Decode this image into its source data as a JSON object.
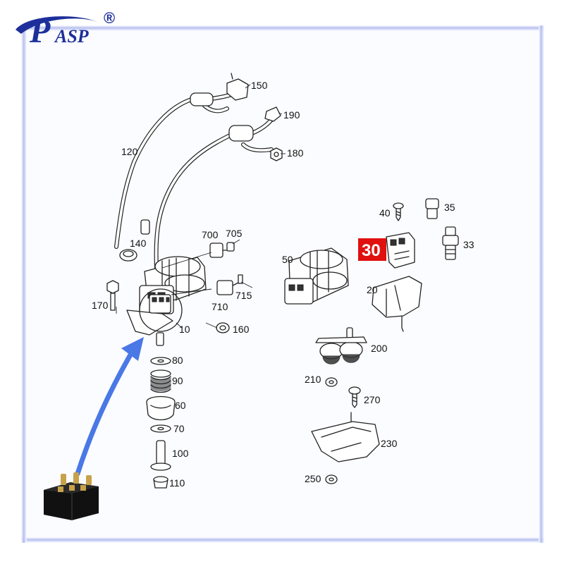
{
  "brand": {
    "logo_text": "PASP",
    "registered_mark": "®",
    "color": "#1d2f9a"
  },
  "highlight": {
    "label": "30",
    "color": "#e01010"
  },
  "arrow_color": "#4a78e6",
  "frame_color": "#9aa8e8",
  "part_labels": [
    "150",
    "190",
    "180",
    "120",
    "140",
    "700",
    "705",
    "715",
    "710",
    "170",
    "160",
    "10",
    "80",
    "90",
    "60",
    "70",
    "100",
    "110",
    "40",
    "35",
    "33",
    "50",
    "20",
    "200",
    "210",
    "270",
    "230",
    "250"
  ]
}
